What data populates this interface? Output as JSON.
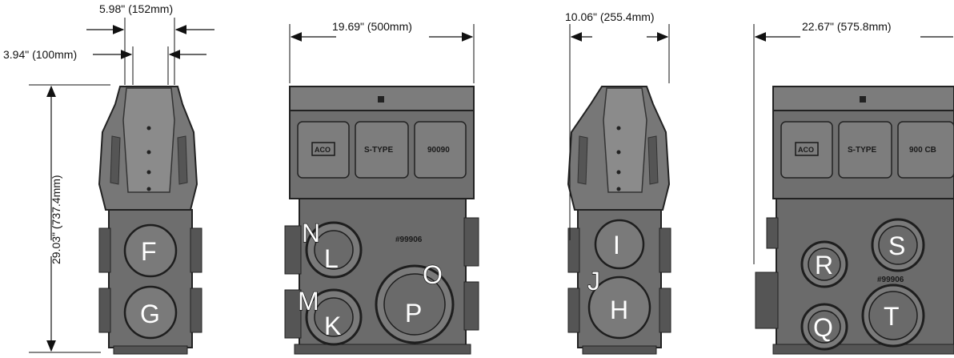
{
  "dimensions": {
    "top_width_side": "5.98\" (152mm)",
    "neck_width_side": "3.94\" (100mm)",
    "height": "29.03\" (737.4mm)",
    "width_front": "19.69\" (500mm)",
    "top_width_rear_side": "10.06\" (255.4mm)",
    "width_rear": "22.67\" (575.8mm)"
  },
  "labels": {
    "F": "F",
    "G": "G",
    "N": "N",
    "L": "L",
    "M": "M",
    "K": "K",
    "O": "O",
    "P": "P",
    "I": "I",
    "J": "J",
    "H": "H",
    "R": "R",
    "S": "S",
    "T": "T",
    "Q": "Q"
  },
  "embossing": {
    "front_panel_1": "ACO",
    "front_panel_2": "S-TYPE",
    "front_panel_3": "90090",
    "front_part_no": "#99906",
    "rear_panel_1": "ACO",
    "rear_panel_2": "S-TYPE",
    "rear_panel_3": "900 CB",
    "rear_part_no": "#99906"
  },
  "colors": {
    "body": "#6f6f6f",
    "body_dark": "#4a4a4a",
    "body_light": "#8a8a8a",
    "outline": "#222222"
  }
}
